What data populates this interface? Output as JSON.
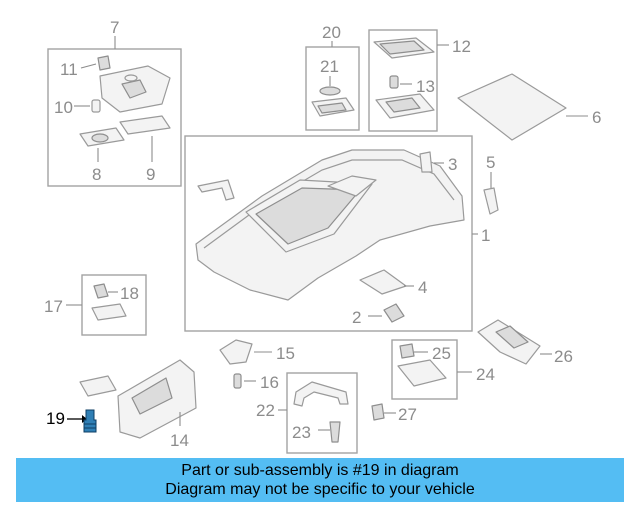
{
  "callouts": {
    "c1": "1",
    "c2": "2",
    "c3": "3",
    "c4": "4",
    "c5": "5",
    "c6": "6",
    "c7": "7",
    "c8": "8",
    "c9": "9",
    "c10": "10",
    "c11": "11",
    "c12": "12",
    "c13": "13",
    "c14": "14",
    "c15": "15",
    "c16": "16",
    "c17": "17",
    "c18": "18",
    "c19": "19",
    "c20": "20",
    "c21": "21",
    "c22": "22",
    "c23": "23",
    "c24": "24",
    "c25": "25",
    "c26": "26",
    "c27": "27"
  },
  "highlighted_part": "19",
  "banner": {
    "line1": "Part or sub-assembly is #19 in diagram",
    "line2": "Diagram may not be specific to your vehicle",
    "color": "#54bdf3"
  }
}
